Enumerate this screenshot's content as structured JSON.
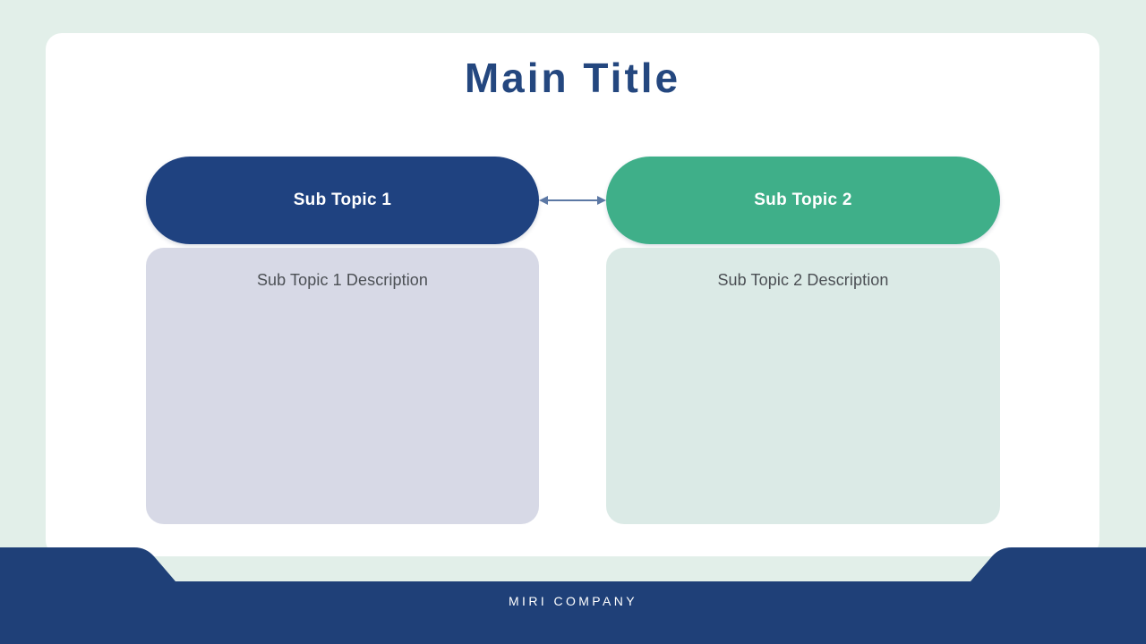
{
  "theme": {
    "background": "#e2efe9",
    "card_background": "#ffffff",
    "navy": "#1f4280",
    "navy_dark": "#1f4078",
    "teal": "#3faf89",
    "title_color": "#24477f",
    "desc_left_bg": "#d7d9e6",
    "desc_right_bg": "#dbeae6",
    "desc_text_color": "#4b4f54",
    "connector_color": "#5c78a4"
  },
  "slide": {
    "title": "Main Title",
    "columns": [
      {
        "heading": "Sub Topic 1",
        "description": "Sub Topic 1 Description",
        "heading_color": "#1f4280",
        "body_color": "#d7d9e6"
      },
      {
        "heading": "Sub Topic 2",
        "description": "Sub Topic 2 Description",
        "heading_color": "#3faf89",
        "body_color": "#dbeae6"
      }
    ],
    "connector": {
      "icon": "double-arrow-horizontal-icon",
      "color": "#5c78a4"
    }
  },
  "footer": {
    "company": "MIRI COMPANY",
    "background": "#1f4078"
  }
}
